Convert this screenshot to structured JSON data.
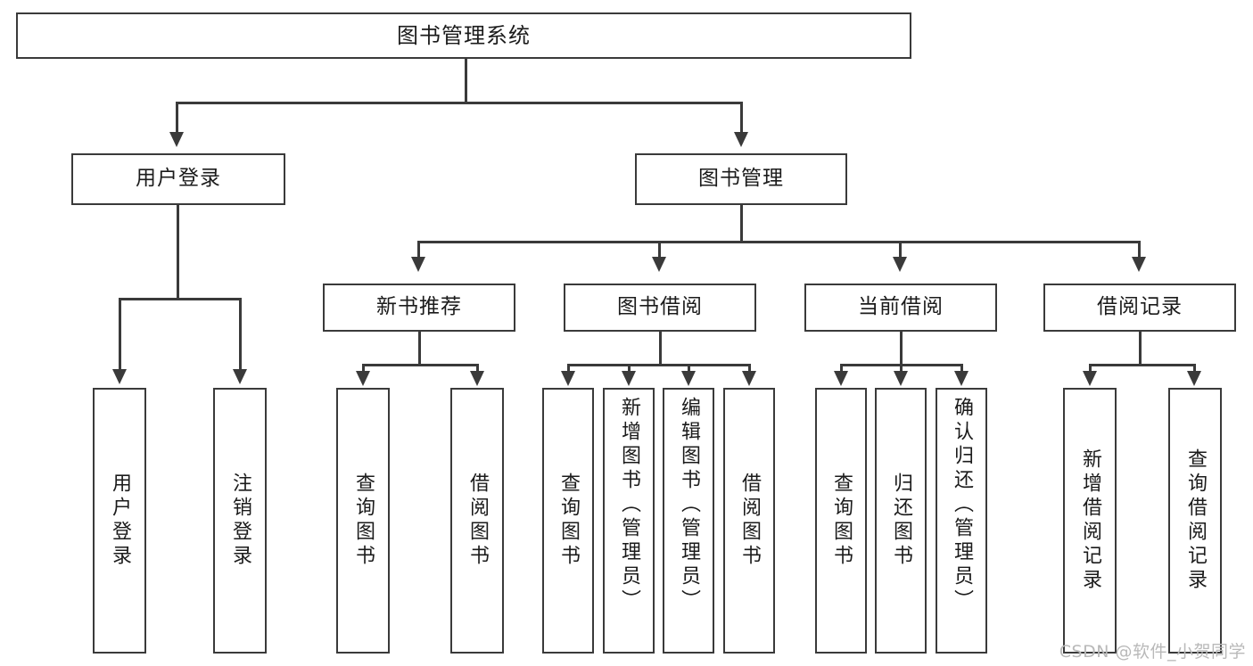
{
  "diagram": {
    "type": "tree",
    "title": "图书管理系统",
    "levels": 4,
    "root": {
      "label": "图书管理系统"
    },
    "level2": [
      {
        "label": "用户登录"
      },
      {
        "label": "图书管理"
      }
    ],
    "level3": [
      {
        "label": "新书推荐"
      },
      {
        "label": "图书借阅"
      },
      {
        "label": "当前借阅"
      },
      {
        "label": "借阅记录"
      }
    ],
    "leaves": {
      "user_login": [
        {
          "label": "用户登录"
        },
        {
          "label": "注销登录"
        }
      ],
      "new_book_recommend": [
        {
          "label": "查询图书"
        },
        {
          "label": "借阅图书"
        }
      ],
      "book_borrow": [
        {
          "label": "查询图书"
        },
        {
          "label": "新增图书（管理员）"
        },
        {
          "label": "编辑图书（管理员）"
        },
        {
          "label": "借阅图书"
        }
      ],
      "current_borrow": [
        {
          "label": "查询图书"
        },
        {
          "label": "归还图书"
        },
        {
          "label": "确认归还（管理员）"
        }
      ],
      "borrow_record": [
        {
          "label": "新增借阅记录"
        },
        {
          "label": "查询借阅记录"
        }
      ]
    }
  },
  "watermark": {
    "text": "CSDN @软件_小贺同学"
  },
  "colors": {
    "stroke": "#3a3a3a",
    "background": "#ffffff",
    "text": "#1b1b1b",
    "watermark": "#b9b9b9"
  }
}
